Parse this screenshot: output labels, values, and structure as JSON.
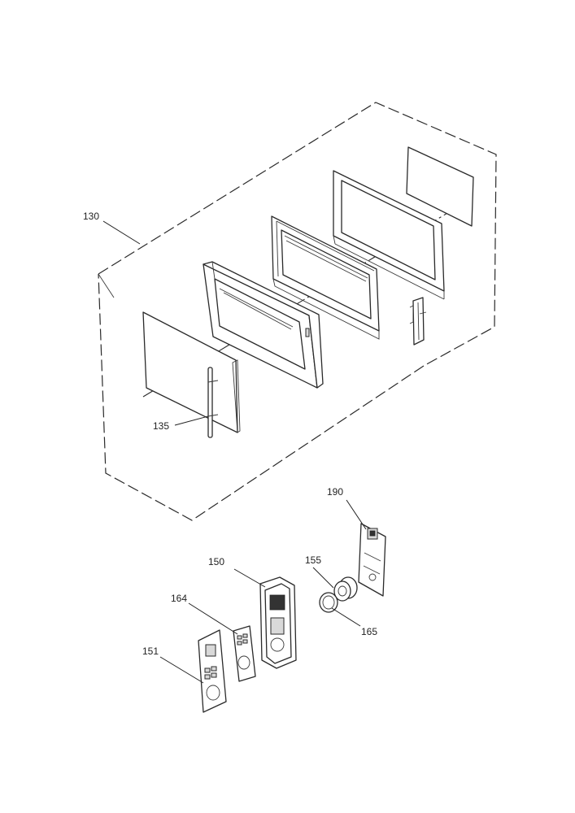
{
  "labels": {
    "enclosure": "130",
    "handle": "135",
    "control_panel_frame": "150",
    "control_panel_cover": "151",
    "knob": "155",
    "sheet": "164",
    "knob_ring": "165",
    "control_board": "190"
  }
}
